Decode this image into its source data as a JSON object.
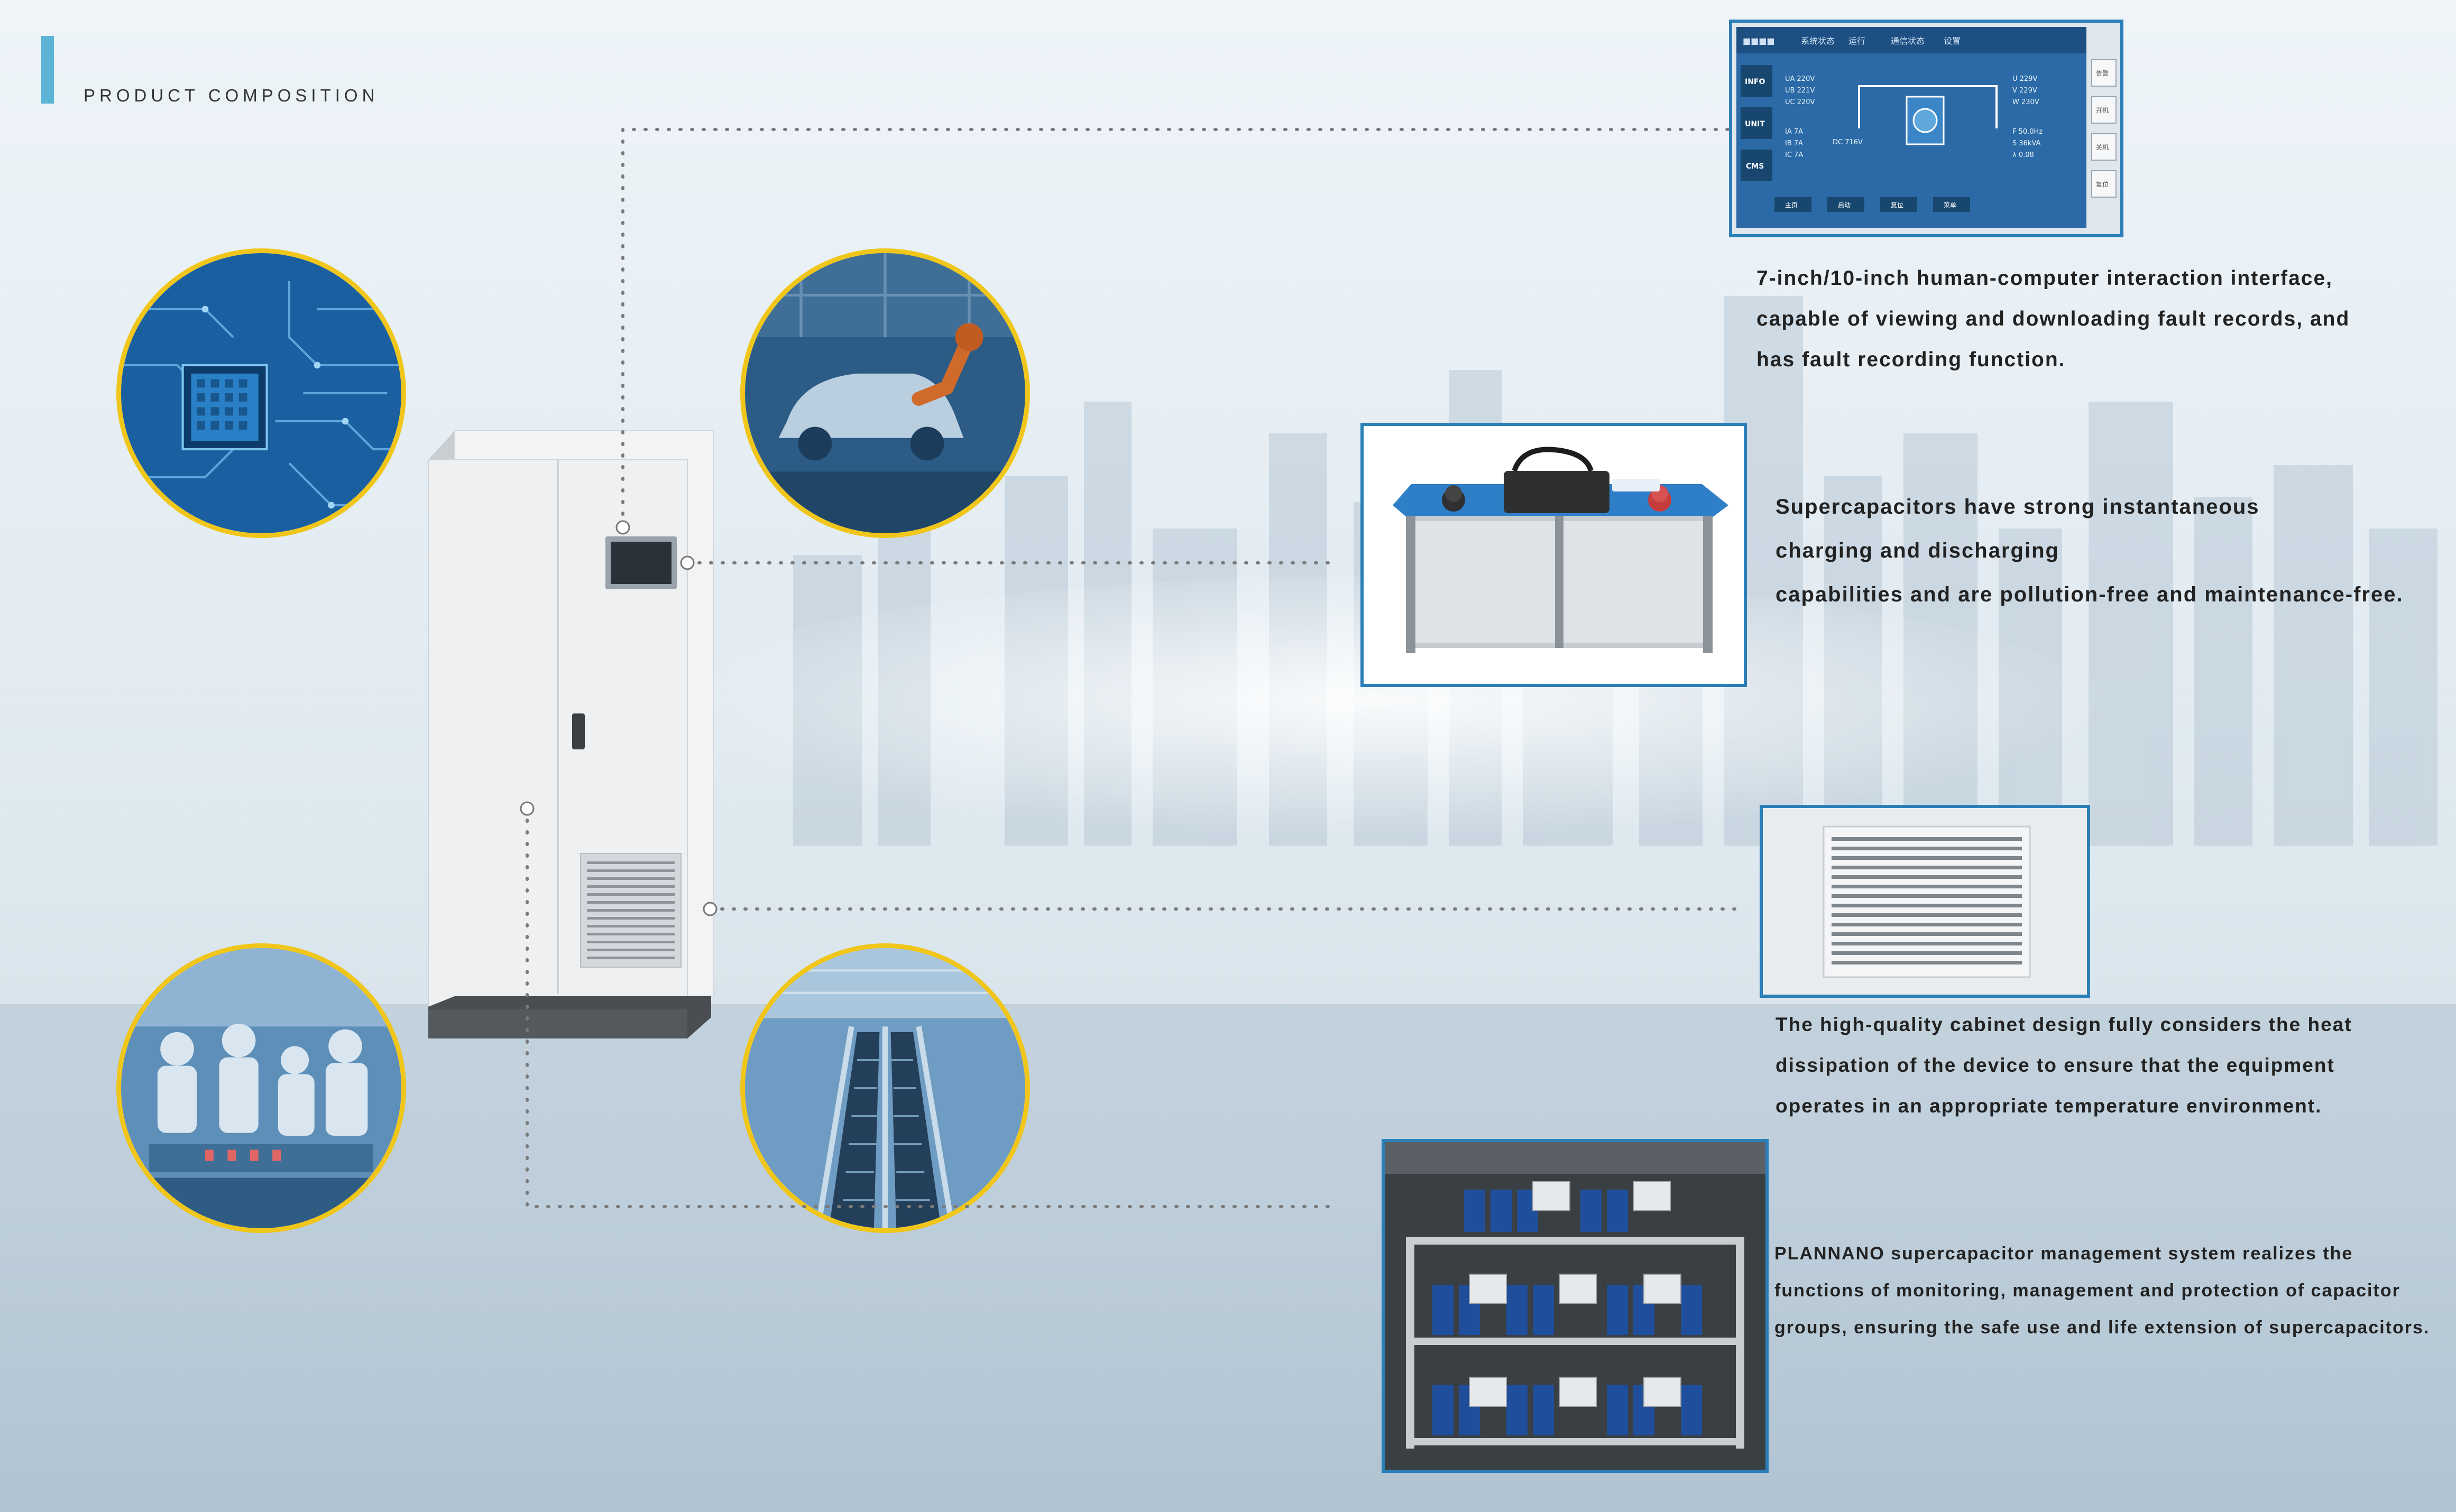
{
  "header": {
    "title": "PRODUCT COMPOSITION"
  },
  "colors": {
    "accent": "#5cb4d6",
    "ring": "#f0c61a",
    "frame": "#2b7fb8"
  },
  "features": [
    {
      "lines": [
        "7-inch/10-inch human-computer interaction interface,",
        "capable of viewing and downloading fault records, and",
        "has fault recording function."
      ]
    },
    {
      "lines": [
        "Supercapacitors have strong instantaneous",
        "charging and discharging",
        "capabilities and are pollution-free and maintenance-free."
      ]
    },
    {
      "lines": [
        "The high-quality cabinet design fully considers the heat",
        "dissipation of the device to ensure that the equipment",
        "operates in an appropriate temperature environment."
      ]
    },
    {
      "lines": [
        "PLANNANO supercapacitor management system realizes the",
        "functions of monitoring, management and protection of capacitor",
        "groups, ensuring the safe use and life extension of supercapacitors."
      ]
    }
  ],
  "hmi": {
    "nav": [
      "系统状态",
      "运行",
      "通信状态",
      "设置"
    ],
    "side_left": [
      "INFO",
      "UNIT",
      "CMS"
    ],
    "side_right": [
      "告警",
      "开机",
      "关机",
      "复位"
    ],
    "readings_left": [
      "UA 220V",
      "UB 221V",
      "UC 220V",
      "IA 7A",
      "IB 7A",
      "IC 7A"
    ],
    "dc": "DC 716V",
    "readings_right": [
      "U 229V",
      "V 229V",
      "W 230V",
      "F 50.0Hz",
      "S 36kVA",
      "λ 0.08"
    ],
    "bottom": [
      "主页",
      "启动",
      "复位",
      "菜单"
    ]
  }
}
